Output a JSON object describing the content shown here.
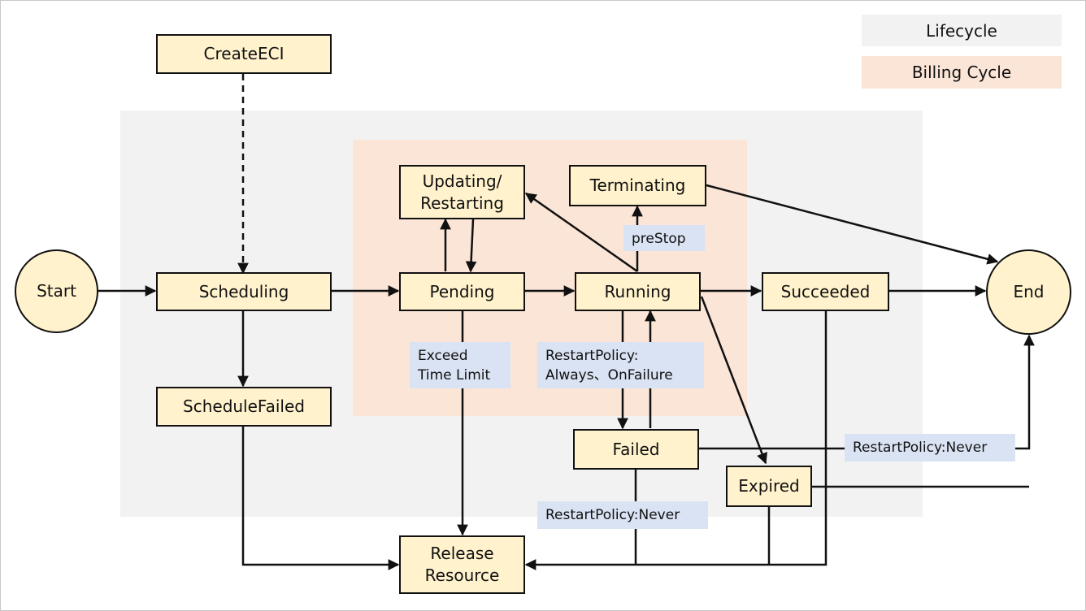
{
  "legend": {
    "lifecycle": "Lifecycle",
    "billing_cycle": "Billing Cycle"
  },
  "nodes": {
    "start": "Start",
    "end": "End",
    "create_eci": "CreateECI",
    "scheduling": "Scheduling",
    "schedule_failed": "ScheduleFailed",
    "pending": "Pending",
    "updating_restarting": "Updating/\nRestarting",
    "running": "Running",
    "terminating": "Terminating",
    "succeeded": "Succeeded",
    "failed": "Failed",
    "expired": "Expired",
    "release_resource": "Release\nResource"
  },
  "conditions": {
    "prestop": "preStop",
    "exceed_time_limit": "Exceed\nTime Limit",
    "restart_always_onfailure": "RestartPolicy:\nAlways、OnFailure",
    "restart_never_end": "RestartPolicy:Never",
    "restart_never_release": "RestartPolicy:Never"
  },
  "colors": {
    "node_fill": "#fff2cc",
    "lifecycle_fill": "#f2f2f2",
    "billing_fill": "#fbe5d7",
    "condition_fill": "#dae3f3",
    "stroke": "#111111"
  }
}
